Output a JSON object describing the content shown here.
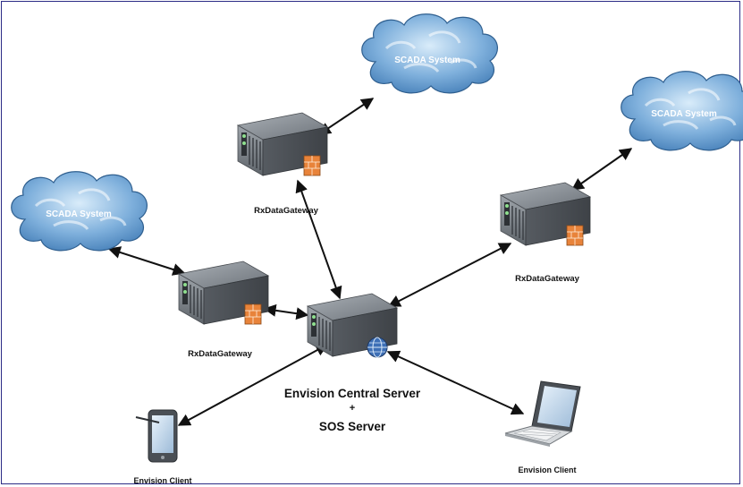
{
  "clouds": [
    {
      "id": "cloud-top",
      "label": "SCADA System"
    },
    {
      "id": "cloud-right",
      "label": "SCADA System"
    },
    {
      "id": "cloud-left",
      "label": "SCADA System"
    }
  ],
  "gateways": [
    {
      "id": "gateway-top",
      "label": "RxDataGateway"
    },
    {
      "id": "gateway-right",
      "label": "RxDataGateway"
    },
    {
      "id": "gateway-left",
      "label": "RxDataGateway"
    }
  ],
  "central": {
    "line1": "Envision Central Server",
    "line2": "+",
    "line3": "SOS Server"
  },
  "clients": [
    {
      "id": "client-tablet",
      "label": "Envision Client"
    },
    {
      "id": "client-laptop",
      "label": "Envision Client"
    }
  ],
  "colors": {
    "border": "#2c2c86",
    "arrow": "#111111",
    "cloud": "#5f95c7",
    "server": "#6f747a",
    "accent": "#e07a2e"
  }
}
